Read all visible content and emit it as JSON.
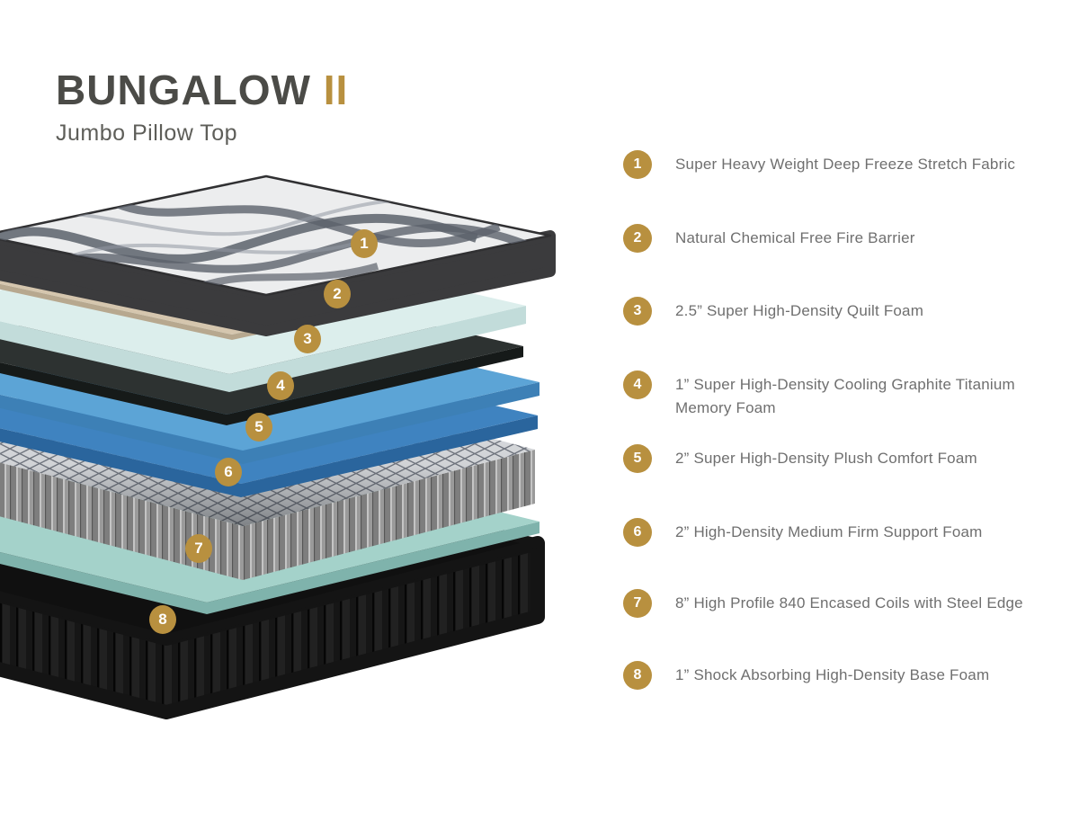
{
  "title": {
    "name": "BUNGALOW",
    "suffix": "II"
  },
  "subtitle": "Jumbo Pillow Top",
  "colors": {
    "gold": "#B8903F",
    "title_dark": "#4B4B47",
    "subtitle_gray": "#5E5E59",
    "legend_text": "#6F6F6F"
  },
  "layers": [
    {
      "num": "1",
      "label": "Super Heavy Weight Deep Freeze Stretch Fabric"
    },
    {
      "num": "2",
      "label": "Natural Chemical Free Fire Barrier"
    },
    {
      "num": "3",
      "label": "2.5” Super High-Density Quilt Foam"
    },
    {
      "num": "4",
      "label": "1” Super High-Density Cooling Graphite Titanium",
      "label2": "Memory Foam"
    },
    {
      "num": "5",
      "label": "2” Super High-Density Plush Comfort Foam"
    },
    {
      "num": "6",
      "label": "2” High-Density Medium Firm Support Foam"
    },
    {
      "num": "7",
      "label": "8” High Profile 840 Encased Coils with Steel Edge"
    },
    {
      "num": "8",
      "label": "1” Shock Absorbing High-Density Base Foam"
    }
  ],
  "illustration": {
    "layer_colors": {
      "quilt_top": "#ECEDEE",
      "quilt_pattern": "#5C616B",
      "quilt_pattern_light": "#9298A2",
      "quilt_border": "#3B3B3D",
      "fire_barrier_top": "#D5C6AE",
      "fire_barrier_side": "#B7A88F",
      "quilt_foam_top": "#DCEEEC",
      "quilt_foam_side": "#C2DCDA",
      "memory_foam_top": "#2D3231",
      "memory_foam_side": "#161A19",
      "comfort_foam_top": "#5CA4D6",
      "comfort_foam_side": "#3D80B6",
      "support_foam_top": "#3F83C0",
      "support_foam_side": "#2A659D",
      "coils_top": "#E0E2E5",
      "coils_lattice": "#767B85",
      "coils_side": "#9A9A9A",
      "base_foam_top": "#A4D2CA",
      "base_foam_side": "#7FB3AC",
      "base_top": "#101010",
      "base_side": "#161616"
    }
  }
}
